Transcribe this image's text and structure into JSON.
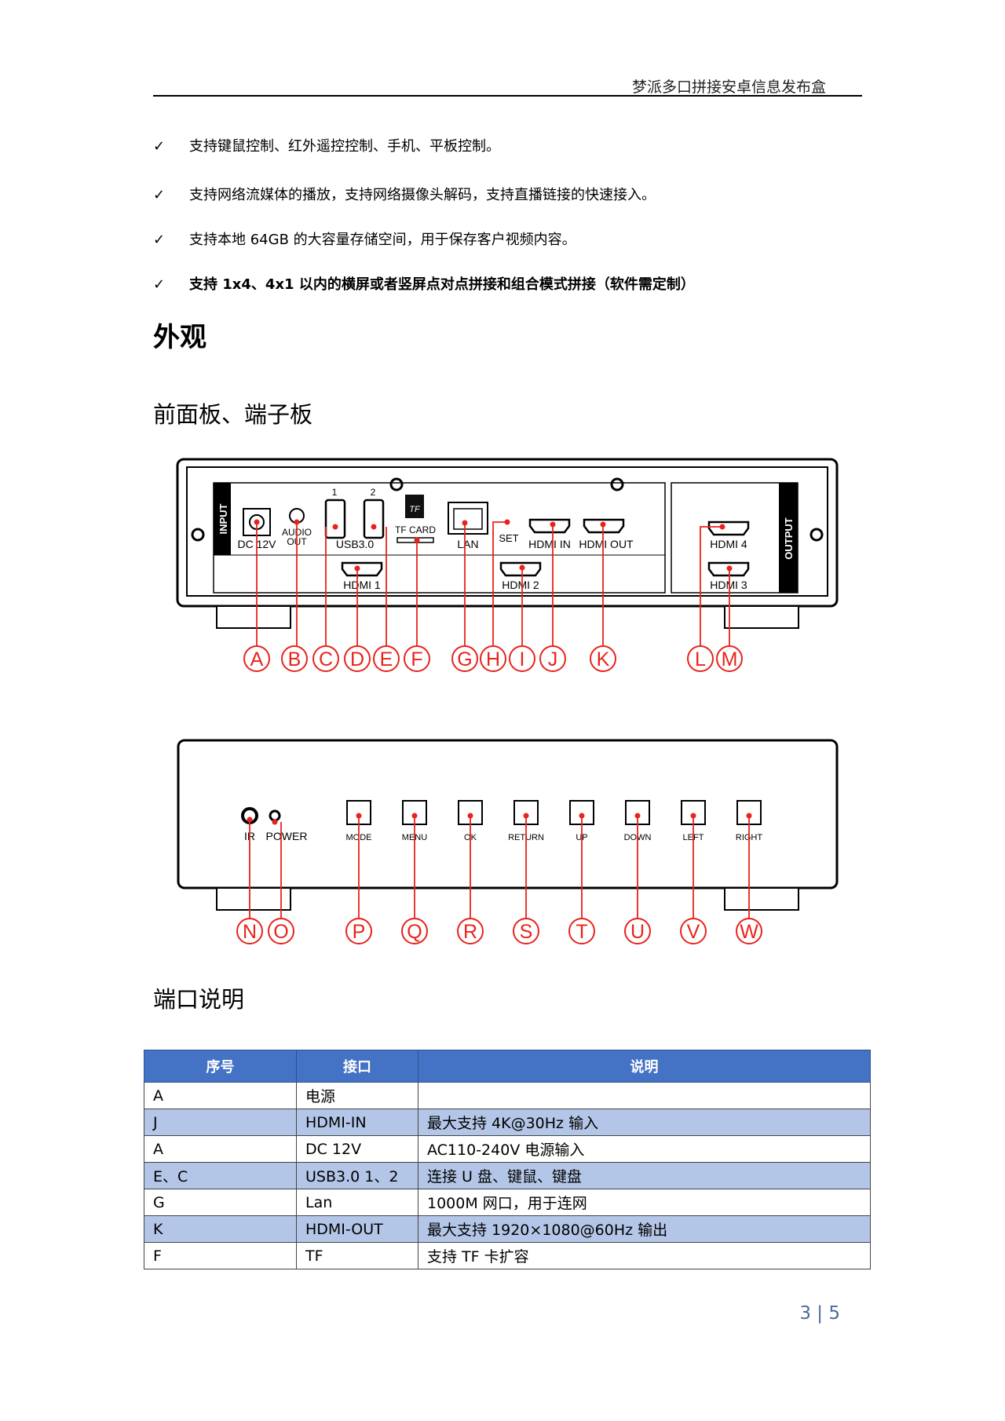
{
  "header": {
    "title": "梦派多口拼接安卓信息发布盒"
  },
  "features": [
    {
      "mark": "✓",
      "text": "支持键鼠控制、红外遥控控制、手机、平板控制。"
    },
    {
      "mark": "✓",
      "text": "支持网络流媒体的播放，支持网络摄像头解码，支持直播链接的快速接入。"
    },
    {
      "mark": "✓",
      "text": "支持本地 64GB 的大容量存储空间，用于保存客户视频内容。"
    },
    {
      "mark": "✓",
      "text": "支持 1x4、4x1 以内的横屏或者竖屏点对点拼接和组合模式拼接（软件需定制）"
    }
  ],
  "section_title": "外观",
  "panel_title": "前面板、端子板",
  "rear_panel": {
    "input_label": "INPUT",
    "output_label": "OUTPUT",
    "dc": "DC 12V",
    "audio": [
      "AUDIO",
      "OUT"
    ],
    "usb_numbers": [
      "1",
      "2"
    ],
    "usb": "USB3.0",
    "tf": "TF",
    "tf_card": "TF CARD",
    "lan": "LAN",
    "set": "SET",
    "hdmi_in": "HDMI IN",
    "hdmi_out": "HDMI OUT",
    "hdmi1": "HDMI 1",
    "hdmi2": "HDMI 2",
    "hdmi3": "HDMI 3",
    "hdmi4": "HDMI 4",
    "callouts": [
      "A",
      "B",
      "C",
      "D",
      "E",
      "F",
      "G",
      "H",
      "I",
      "J",
      "K",
      "L",
      "M"
    ]
  },
  "front_panel": {
    "ir": "IR",
    "power": "POWER",
    "buttons": [
      "MODE",
      "MENU",
      "OK",
      "RETURN",
      "UP",
      "DOWN",
      "LEFT",
      "RIGHT"
    ],
    "callouts": [
      "N",
      "O",
      "P",
      "Q",
      "R",
      "S",
      "T",
      "U",
      "V",
      "W"
    ]
  },
  "ports_title": "端口说明",
  "ports_table": {
    "headers": [
      "序号",
      "接口",
      "说明"
    ],
    "rows": [
      [
        "A",
        "电源",
        ""
      ],
      [
        "J",
        "HDMI-IN",
        "最大支持 4K@30Hz 输入"
      ],
      [
        "A",
        "DC 12V",
        "AC110-240V 电源输入"
      ],
      [
        "E、C",
        "USB3.0 1、2",
        "连接 U 盘、键鼠、键盘"
      ],
      [
        "G",
        "Lan",
        "1000M 网口，用于连网"
      ],
      [
        "K",
        "HDMI-OUT",
        "最大支持 1920×1080@60Hz 输出"
      ],
      [
        "F",
        "TF",
        "支持 TF 卡扩容"
      ]
    ]
  },
  "page_number": "3 | 5",
  "colors": {
    "callout": "#e8231c",
    "table_header": "#4472c4",
    "table_alt": "#b4c6e7"
  }
}
